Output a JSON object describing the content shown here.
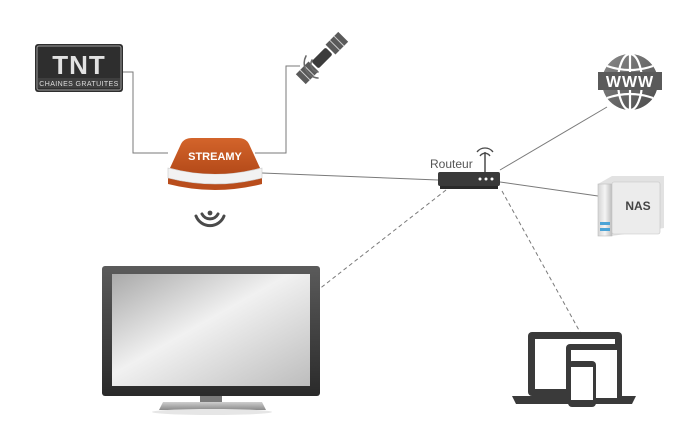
{
  "tnt_logo": {
    "big_text": "TNT",
    "small_text": "CHAINES GRATUITES"
  },
  "streamy_box": {
    "label": "STREAMY"
  },
  "router": {
    "label": "Routeur"
  },
  "nas": {
    "label": "NAS"
  },
  "www_globe": {
    "label": "WWW"
  },
  "colors": {
    "streamy_orange": "#c0521c",
    "streamy_dark": "#a8441a",
    "line": "#7a7a7a",
    "device_dark": "#3a3a3a",
    "icon_gray": "#6a6a6a"
  },
  "icons": [
    "tnt-logo-icon",
    "satellite-icon",
    "wireless-signal-icon",
    "router-icon",
    "globe-icon",
    "nas-icon",
    "tv-icon",
    "devices-icon"
  ]
}
